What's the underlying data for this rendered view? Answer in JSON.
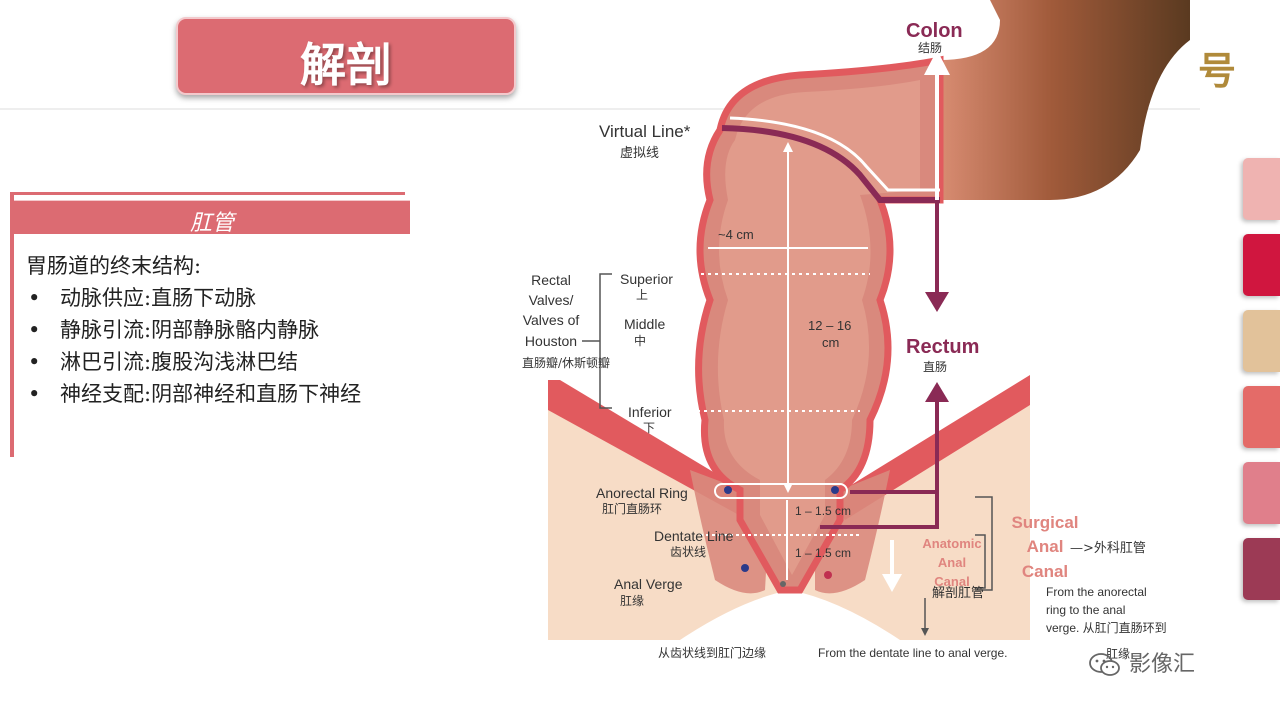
{
  "title": "解剖",
  "corner_text": "号",
  "panel": {
    "subtitle": "肛管",
    "intro": "胃肠道的终末结构:",
    "bullets": [
      "动脉供应:直肠下动脉",
      "静脉引流:阴部静脉骼内静脉",
      "淋巴引流:腹股沟浅淋巴结",
      "神经支配:阴部神经和直肠下神经"
    ]
  },
  "diagram": {
    "colon": "Colon",
    "colon_cn": "结肠",
    "virtual_line": "Virtual Line*",
    "virtual_line_cn": "虚拟线",
    "width_label": "~4 cm",
    "valves": [
      "Rectal",
      "Valves/",
      "Valves of",
      "Houston"
    ],
    "valves_cn": "直肠瓣/休斯顿瓣",
    "superior": "Superior",
    "superior_cn": "上",
    "middle": "Middle",
    "middle_cn": "中",
    "inferior": "Inferior",
    "inferior_cn": "下",
    "length_label_1": "12 – 16",
    "length_label_2": "cm",
    "rectum": "Rectum",
    "rectum_cn": "直肠",
    "anorectal_ring": "Anorectal Ring",
    "anorectal_ring_cn": "肛门直肠环",
    "dentate_line": "Dentate Line",
    "dentate_line_cn": "齿状线",
    "anal_verge": "Anal Verge",
    "anal_verge_cn": "肛缘",
    "seg_upper": "1 – 1.5 cm",
    "seg_lower": "1 – 1.5 cm",
    "anatomic_1": "Anatomic",
    "anatomic_2": "Anal",
    "anatomic_3": "Canal",
    "anatomic_cn": "解剖肛管",
    "surgical_1": "Surgical",
    "surgical_2": "Anal",
    "surgical_3": "Canal",
    "surgical_cn": "—>外科肛管",
    "from_ring_1": "From the anorectal",
    "from_ring_2": "ring to the anal",
    "from_ring_3": "verge. 从肛门直肠环到",
    "from_ring_4": "肛缘",
    "bottom_cn": "从齿状线到肛门边缘",
    "bottom_en": "From the dentate line to anal verge."
  },
  "watermark": "影像汇",
  "colors": {
    "accent": "#dc6b72",
    "maroon": "#8a2a55",
    "tissue": "#d9897d",
    "skin": "#f7dcc6",
    "stripes": [
      "#efb3b1",
      "#d0163f",
      "#e2c29a",
      "#e46b68",
      "#e07f8b",
      "#9c3a55"
    ]
  }
}
